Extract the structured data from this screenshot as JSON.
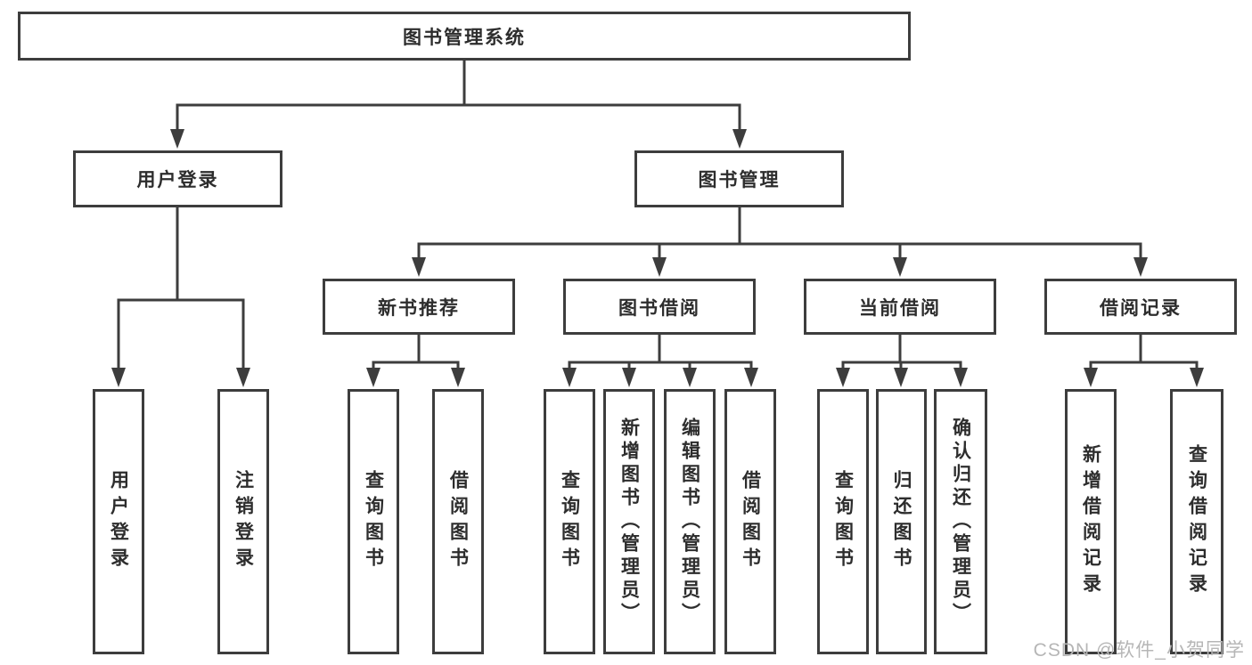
{
  "tree": {
    "root_label": "图书管理系统",
    "branches": [
      {
        "label": "用户登录",
        "leaves": [
          "用户登录",
          "注销登录"
        ]
      },
      {
        "label": "图书管理",
        "groups": [
          {
            "label": "新书推荐",
            "leaves": [
              "查询图书",
              "借阅图书"
            ]
          },
          {
            "label": "图书借阅",
            "leaves": [
              "查询图书",
              "新增图书（管理员）",
              "编辑图书（管理员）",
              "借阅图书"
            ]
          },
          {
            "label": "当前借阅",
            "leaves": [
              "查询图书",
              "归还图书",
              "确认归还（管理员）"
            ]
          },
          {
            "label": "借阅记录",
            "leaves": [
              "新增借阅记录",
              "查询借阅记录"
            ]
          }
        ]
      }
    ]
  },
  "watermark": {
    "text": "CSDN @软件_小贺同学"
  },
  "colors": {
    "line": "#3d3d3d",
    "box_border": "#3d3d3d",
    "box_fill": "#ffffff",
    "text": "#2d2d2d",
    "watermark": "#b6b6b6",
    "background": "#ffffff"
  }
}
